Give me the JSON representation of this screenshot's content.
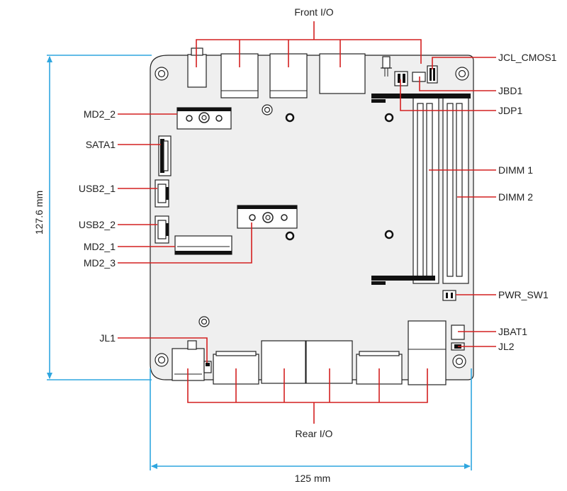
{
  "labels": {
    "front_io": "Front I/O",
    "rear_io": "Rear I/O",
    "jcl_cmos1": "JCL_CMOS1",
    "jbd1": "JBD1",
    "jdp1": "JDP1",
    "dimm1": "DIMM 1",
    "dimm2": "DIMM 2",
    "pwr_sw1": "PWR_SW1",
    "jbat1": "JBAT1",
    "jl2": "JL2",
    "jl1": "JL1",
    "md2_2": "MD2_2",
    "sata1": "SATA1",
    "usb2_1": "USB2_1",
    "usb2_2": "USB2_2",
    "md2_1": "MD2_1",
    "md2_3": "MD2_3"
  },
  "dimensions": {
    "height": "127.6 mm",
    "width": "125 mm"
  },
  "colors": {
    "leader": "#d42020",
    "dimension": "#2fa6df",
    "board": "#efefef",
    "outline": "#222222"
  }
}
